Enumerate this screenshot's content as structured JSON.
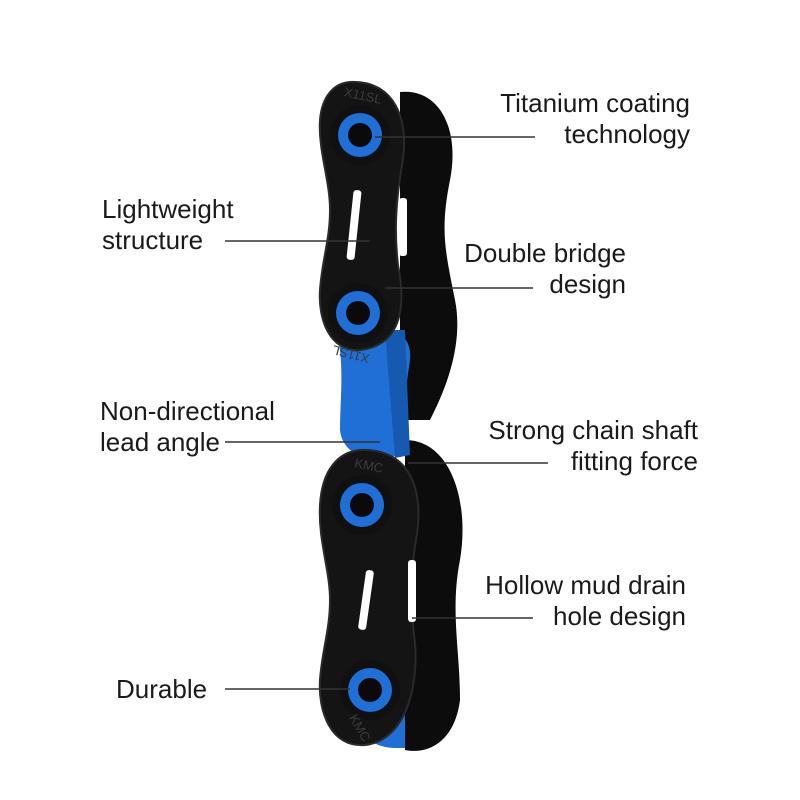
{
  "colors": {
    "background": "#ffffff",
    "chain_plate": "#141414",
    "chain_plate_edge": "#2a2a2a",
    "accent_blue": "#1f6fd6",
    "leader_line": "#333333",
    "text": "#1a1a1a"
  },
  "chain": {
    "top_plate_text": "X11SL",
    "middle_plate_text": "X11SL",
    "lower_plate_text": "KMC",
    "bottom_plate_text": "KMC"
  },
  "callouts": {
    "titanium": {
      "line1": "Titanium coating",
      "line2": "technology"
    },
    "lightweight": {
      "line1": "Lightweight",
      "line2": "structure"
    },
    "double_bridge": {
      "line1": "Double bridge",
      "line2": "design"
    },
    "non_directional": {
      "line1": "Non-directional",
      "line2": "lead angle"
    },
    "strong_shaft": {
      "line1": "Strong chain shaft",
      "line2": "fitting force"
    },
    "hollow_mud": {
      "line1": "Hollow mud drain",
      "line2": "hole design"
    },
    "durable": {
      "line1": "Durable"
    }
  }
}
